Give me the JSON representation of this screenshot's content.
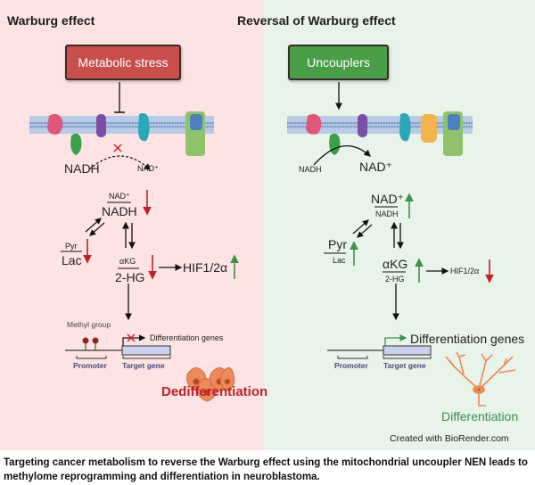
{
  "left": {
    "title": "Warburg effect",
    "trigger": "Metabolic stress",
    "nadh": "NADH",
    "nad_plus": "NAD⁺",
    "ratio_top": "NAD⁺",
    "ratio_bottom": "NADH",
    "pyr": "Pyr",
    "lac": "Lac",
    "akg": "αKG",
    "hg": "2-HG",
    "hif": "HIF1/2α",
    "methyl": "Methyl group",
    "diff_genes": "Differentiation genes",
    "promoter": "Promoter",
    "target_gene": "Target gene",
    "outcome": "Dedifferentiation"
  },
  "right": {
    "title": "Reversal of Warburg effect",
    "trigger": "Uncouplers",
    "nadh": "NADH",
    "nad_plus": "NAD⁺",
    "ratio_top": "NAD⁺",
    "ratio_bottom": "NADH",
    "pyr": "Pyr",
    "lac": "Lac",
    "akg": "αKG",
    "hg": "2-HG",
    "hif": "HIF1/2α",
    "diff_genes": "Differentiation genes",
    "promoter": "Promoter",
    "target_gene": "Target gene",
    "outcome": "Differentiation"
  },
  "credit": "Created with BioRender.com",
  "caption": "Targeting cancer metabolism to reverse the Warburg effect using the mitochondrial uncoupler NEN leads to methylome reprogramming and differentiation in neuroblastoma.",
  "colors": {
    "left_bg": "#fde3e3",
    "right_bg": "#e8f3ea",
    "stress_box": "#c94f4c",
    "uncoupler_box": "#4a9e47",
    "down_red": "#c0202a",
    "up_green": "#3d8f4a"
  }
}
